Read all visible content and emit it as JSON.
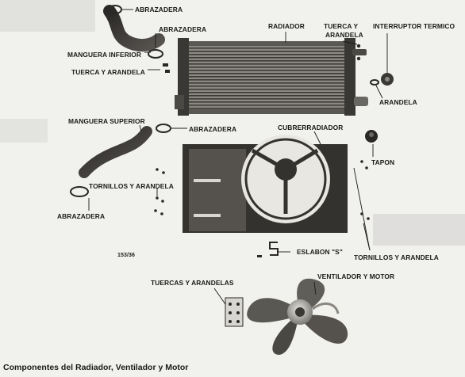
{
  "labels": {
    "abrazadera_top": "ABRAZADERA",
    "abrazadera_2": "ABRAZADERA",
    "manguera_inferior": "MANGUERA INFERIOR",
    "tuerca_arandela_left": "TUERCA Y ARANDELA",
    "radiador": "RADIADOR",
    "tuerca_arandela_right_l1": "TUERCA Y",
    "tuerca_arandela_right_l2": "ARANDELA",
    "interruptor_termico": "INTERRUPTOR TERMICO",
    "arandela": "ARANDELA",
    "manguera_superior": "MANGUERA SUPERIOR",
    "abrazadera_mid": "ABRAZADERA",
    "cubrerradiador": "CUBRERRADIADOR",
    "tapon": "TAPON",
    "tornillos_arandela_left": "TORNILLOS Y ARANDELA",
    "abrazadera_bottom": "ABRAZADERA",
    "eslabon_s": "ESLABON \"S\"",
    "tornillos_arandela_right": "TORNILLOS Y ARANDELA",
    "ventilador_motor": "VENTILADOR Y MOTOR",
    "tuercas_arandelas": "TUERCAS Y ARANDELAS",
    "ref_number": "153/36"
  },
  "caption": "Componentes del Radiador, Ventilador y Motor"
}
